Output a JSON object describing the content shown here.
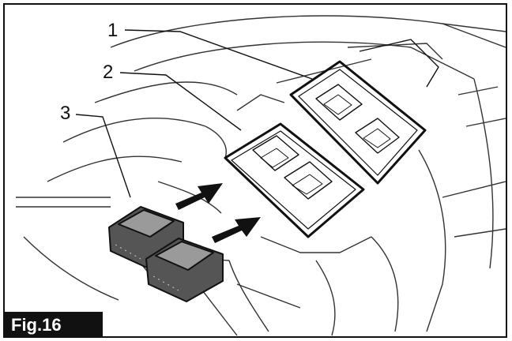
{
  "figure": {
    "label": "Fig.16",
    "callouts": [
      "1",
      "2",
      "3"
    ],
    "parts": [
      {
        "callout": "1",
        "part": "battery-port-1"
      },
      {
        "callout": "2",
        "part": "battery-port-2"
      },
      {
        "callout": "3",
        "part": "battery-cartridges"
      }
    ],
    "colors": {
      "line": "#222222",
      "background": "#ffffff",
      "label_bg": "#111111",
      "label_text": "#ffffff"
    }
  }
}
